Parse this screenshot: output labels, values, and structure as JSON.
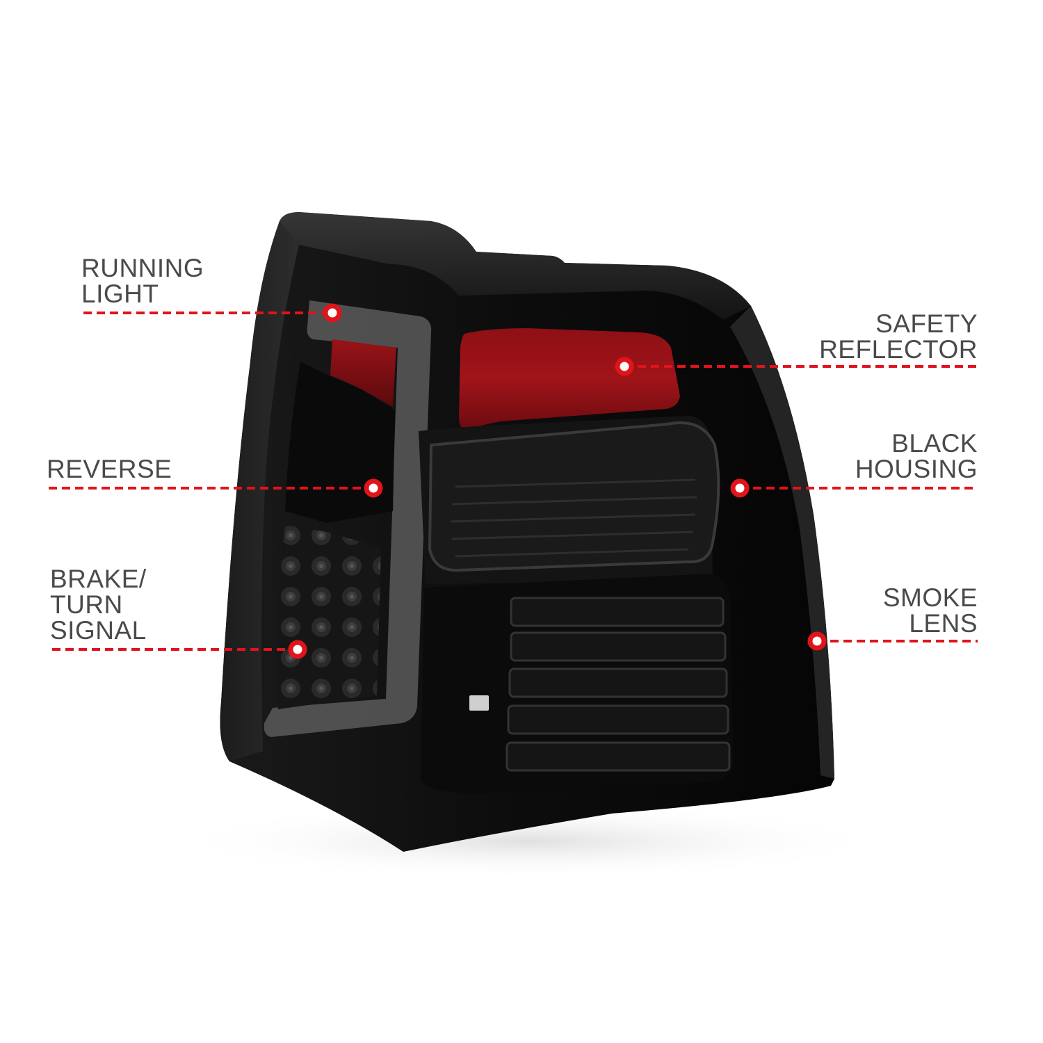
{
  "accent_color": "#e0141b",
  "callouts": {
    "running_light": {
      "lines": [
        "RUNNING",
        "LIGHT"
      ]
    },
    "reverse": {
      "lines": [
        "REVERSE"
      ]
    },
    "brake_turn": {
      "lines": [
        "BRAKE/",
        "TURN",
        "SIGNAL"
      ]
    },
    "safety_reflector": {
      "lines": [
        "SAFETY",
        "REFLECTOR"
      ]
    },
    "black_housing": {
      "lines": [
        "BLACK",
        "HOUSING"
      ]
    },
    "smoke_lens": {
      "lines": [
        "SMOKE",
        "LENS"
      ]
    }
  },
  "product": {
    "subject": "tail-light-assembly"
  }
}
